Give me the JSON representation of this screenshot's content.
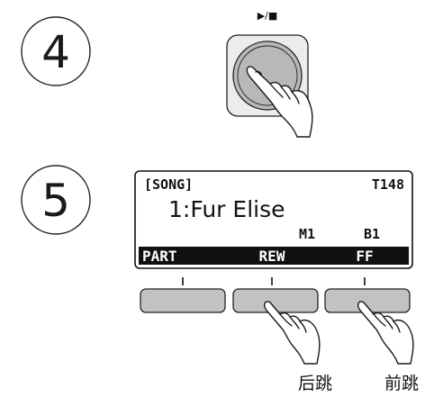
{
  "steps": [
    {
      "number": "4"
    },
    {
      "number": "5"
    }
  ],
  "play_stop_button": {
    "symbol_label": "▶/■"
  },
  "lcd": {
    "mode": "[SONG]",
    "tempo": "T148",
    "song_title": "1:Fur Elise",
    "measure": "M1",
    "beat": "B1",
    "softkeys": [
      "PART",
      "REW",
      "FF"
    ]
  },
  "captions": {
    "rewind": "后跳",
    "fast_forward": "前跳"
  }
}
